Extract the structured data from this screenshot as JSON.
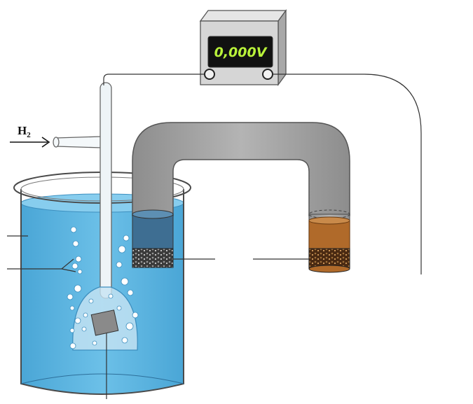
{
  "voltmeter": {
    "reading": "0,000V",
    "display_color": "#b9f23a"
  },
  "gas_inlet": {
    "label": "H",
    "subscript": "2"
  },
  "colors": {
    "solution_blue": "#5db4e0",
    "salt_bridge": "#9e9e9e",
    "copper_solution": "#b06a2a",
    "meter_body": "#d6d6d6"
  }
}
